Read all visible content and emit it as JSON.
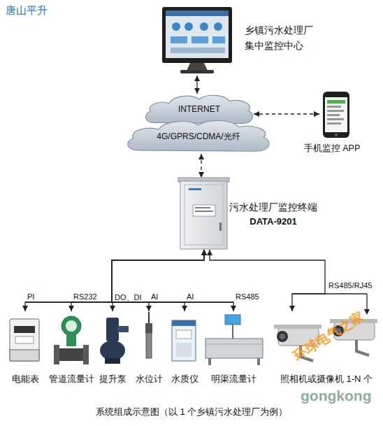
{
  "diagram": {
    "caption": "系统组成示意图（以 1 个乡镇污水处理厂为例）",
    "nodes": [
      {
        "text": [
          "乡镇污水处理厂 集中监控中心"
        ]
      },
      {
        "text": [
          "INTERNET"
        ]
      },
      {
        "text": [
          "4G/GPRS/CDMA/光纤"
        ]
      },
      {
        "text": [
          "手机监控 APP"
        ]
      },
      {
        "text": [
          "污水处理厂监控终端",
          "DATA-9201"
        ]
      },
      {
        "text": [
          "电能表"
        ]
      },
      {
        "text": [
          "管道流量计"
        ]
      },
      {
        "text": [
          "提升泵"
        ]
      },
      {
        "text": [
          "水位计"
        ]
      },
      {
        "text": [
          "水质仪"
        ]
      },
      {
        "text": [
          "明渠流量计"
        ]
      },
      {
        "text": [
          "照相机或摄像机 1-N 个"
        ]
      }
    ],
    "edges": [
      {
        "from": 0,
        "to": 1,
        "arrow": "both"
      },
      {
        "from": 3,
        "to": 1,
        "arrow": "both"
      },
      {
        "from": 2,
        "to": 4,
        "arrow": "both"
      },
      {
        "from": 5,
        "to": 4,
        "label": "PI",
        "arrow": "both"
      },
      {
        "from": 6,
        "to": 4,
        "label": "RS232",
        "arrow": "both"
      },
      {
        "from": 7,
        "to": 4,
        "label": "DO、DI",
        "arrow": "both"
      },
      {
        "from": 8,
        "to": 4,
        "label": "AI",
        "arrow": "both"
      },
      {
        "from": 9,
        "to": 4,
        "label": "AI",
        "arrow": "both"
      },
      {
        "from": 10,
        "to": 4,
        "label": "RS485",
        "arrow": "both"
      },
      {
        "from": 11,
        "to": 4,
        "label": "RS485/RJ45",
        "arrow": "both"
      }
    ],
    "labels": [
      "唐山平升",
      "环球电气之家",
      "gongkong"
    ]
  }
}
